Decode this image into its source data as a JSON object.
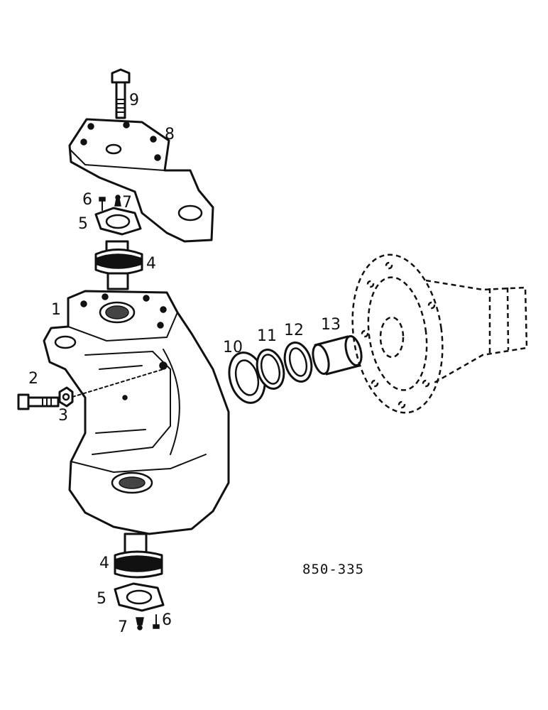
{
  "callouts": {
    "c1": "1",
    "c2": "2",
    "c3": "3",
    "c4_top": "4",
    "c4_bottom": "4",
    "c5_top": "5",
    "c5_bottom": "5",
    "c6_top": "6",
    "c6_bottom": "6",
    "c7_top": "7",
    "c7_bottom": "7",
    "c8": "8",
    "c9": "9",
    "c10": "10",
    "c11": "11",
    "c12": "12",
    "c13": "13"
  },
  "figure_code": "850-335"
}
